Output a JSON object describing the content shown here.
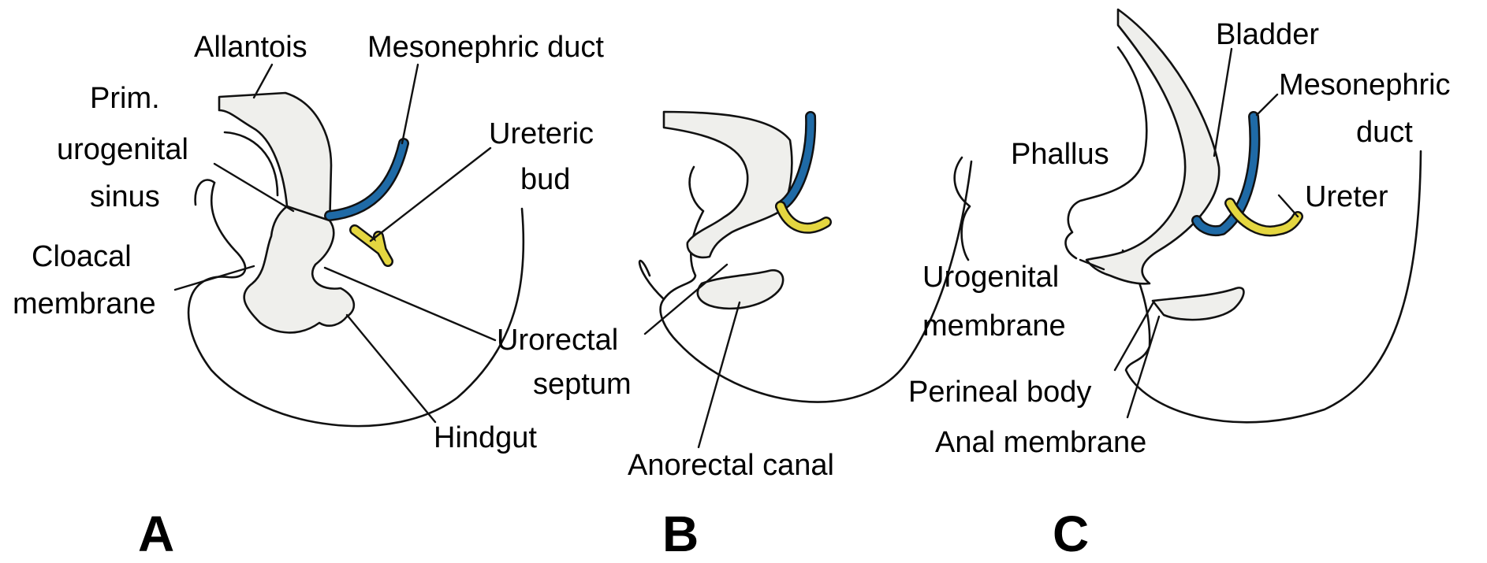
{
  "colors": {
    "mesonephric_duct": "#1f6aa6",
    "ureteric_bud": "#e4d640",
    "organ_fill": "#efefec"
  },
  "panels": {
    "a": {
      "letter": "A",
      "labels": {
        "allantois": "Allantois",
        "mesonephric_duct": "Mesonephric duct",
        "prim_urogenital_sinus": [
          "Prim.",
          "urogenital",
          "sinus"
        ],
        "ureteric_bud": [
          "Ureteric",
          "bud"
        ],
        "cloacal_membrane": [
          "Cloacal",
          "membrane"
        ],
        "urorectal_septum": [
          "Urorectal",
          "septum"
        ],
        "hindgut": "Hindgut"
      }
    },
    "b": {
      "letter": "B",
      "labels": {
        "anorectal_canal": "Anorectal canal"
      }
    },
    "c": {
      "letter": "C",
      "labels": {
        "bladder": "Bladder",
        "mesonephric_duct": [
          "Mesonephric",
          "duct"
        ],
        "phallus": "Phallus",
        "ureter": "Ureter",
        "urogenital_membrane": [
          "Urogenital",
          "membrane"
        ],
        "perineal_body": "Perineal body",
        "anal_membrane": "Anal membrane"
      }
    }
  }
}
